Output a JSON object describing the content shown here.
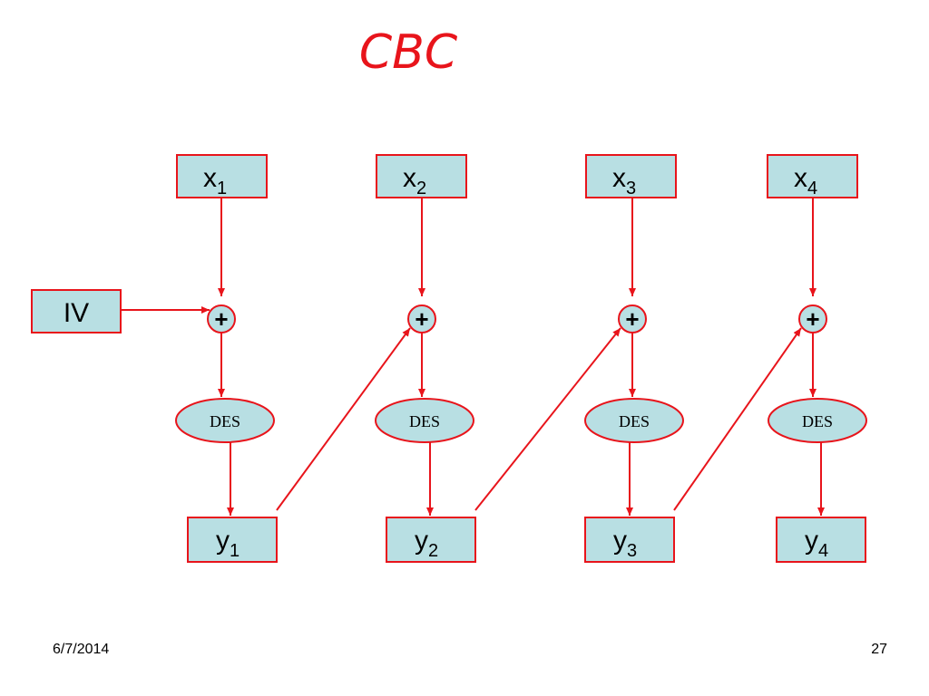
{
  "title": "CBC",
  "iv_label": "IV",
  "xor_symbol": "+",
  "cipher_label": "DES",
  "stages": [
    {
      "input": "x",
      "input_sub": "1",
      "output": "y",
      "output_sub": "1"
    },
    {
      "input": "x",
      "input_sub": "2",
      "output": "y",
      "output_sub": "2"
    },
    {
      "input": "x",
      "input_sub": "3",
      "output": "y",
      "output_sub": "3"
    },
    {
      "input": "x",
      "input_sub": "4",
      "output": "y",
      "output_sub": "4"
    }
  ],
  "footer": {
    "date": "6/7/2014",
    "page": "27"
  },
  "colors": {
    "accent": "#e8141b",
    "box_fill": "#b8dfe3",
    "arrow": "#e8141b"
  }
}
